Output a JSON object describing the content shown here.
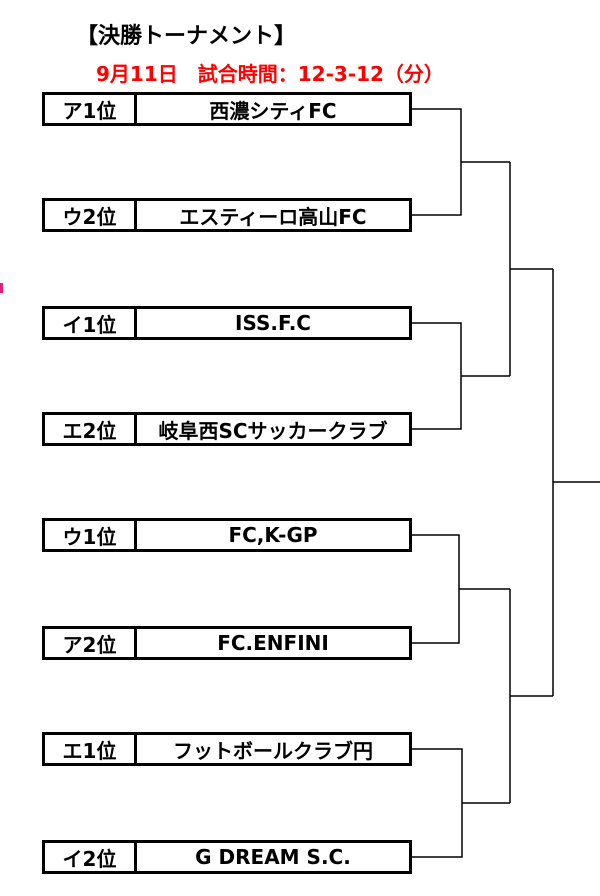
{
  "header": {
    "title": "【決勝トーナメント】",
    "subtitle": "9月11日　試合時間：12-3-12（分）"
  },
  "teams": [
    {
      "seed": "ア1位",
      "name": "西濃シティFC"
    },
    {
      "seed": "ウ2位",
      "name": "エスティーロ高山FC"
    },
    {
      "seed": "イ1位",
      "name": "ISS.F.C"
    },
    {
      "seed": "エ2位",
      "name": "岐阜西SCサッカークラブ"
    },
    {
      "seed": "ウ1位",
      "name": "FC,K-GP"
    },
    {
      "seed": "ア2位",
      "name": "FC.ENFINI"
    },
    {
      "seed": "エ1位",
      "name": "フットボールクラブ円"
    },
    {
      "seed": "イ2位",
      "name": "G DREAM S.C."
    }
  ]
}
